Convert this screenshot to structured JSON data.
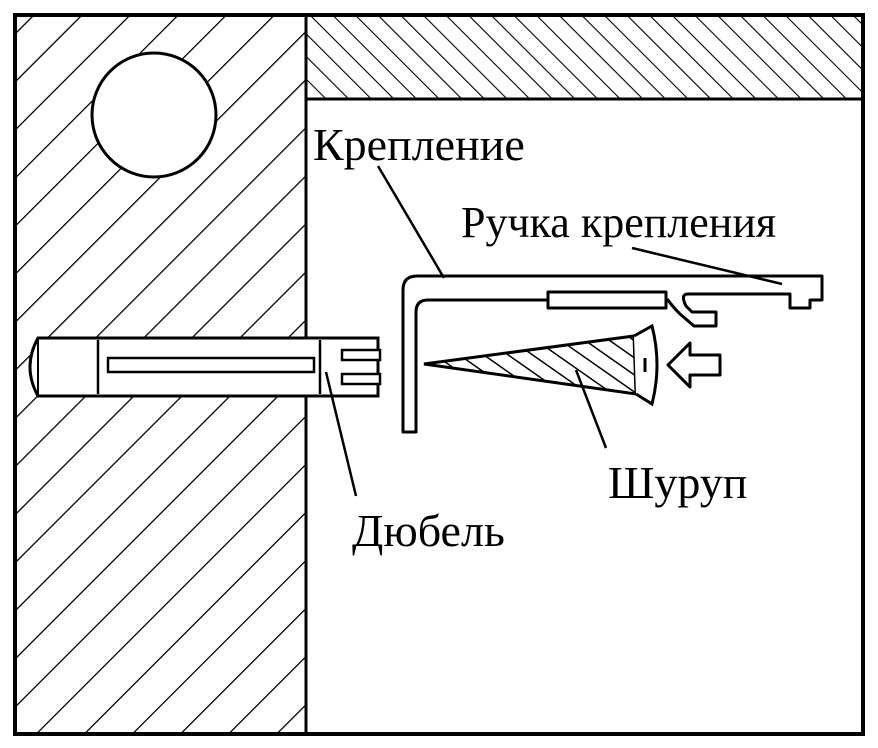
{
  "labels": {
    "mount": "Крепление",
    "mount_handle": "Ручка крепления",
    "screw": "Шуруп",
    "dowel": "Дюбель"
  },
  "colors": {
    "ink": "#000000",
    "paper": "#ffffff"
  }
}
